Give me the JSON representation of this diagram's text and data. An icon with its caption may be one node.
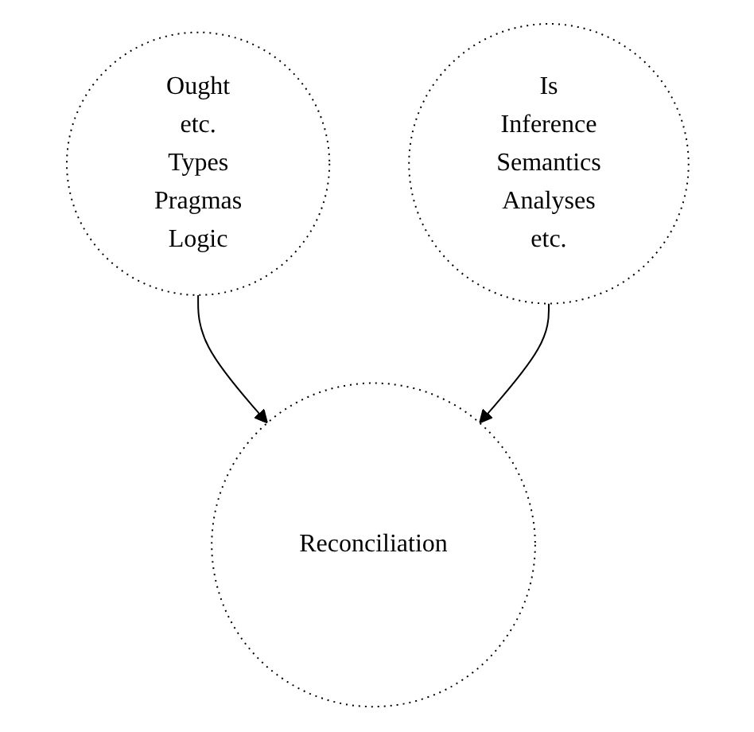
{
  "diagram": {
    "nodes": [
      {
        "text": [
          "Ought",
          "etc.",
          "Types",
          "Pragmas",
          "Logic"
        ]
      },
      {
        "text": [
          "Reconciliation"
        ]
      },
      {
        "text": [
          "Is",
          "Inference",
          "Semantics",
          "Analyses",
          "etc."
        ]
      }
    ],
    "edges": [
      {
        "from": 0,
        "to": 1,
        "arrow": "to"
      },
      {
        "from": 2,
        "to": 1,
        "arrow": "to"
      }
    ]
  }
}
